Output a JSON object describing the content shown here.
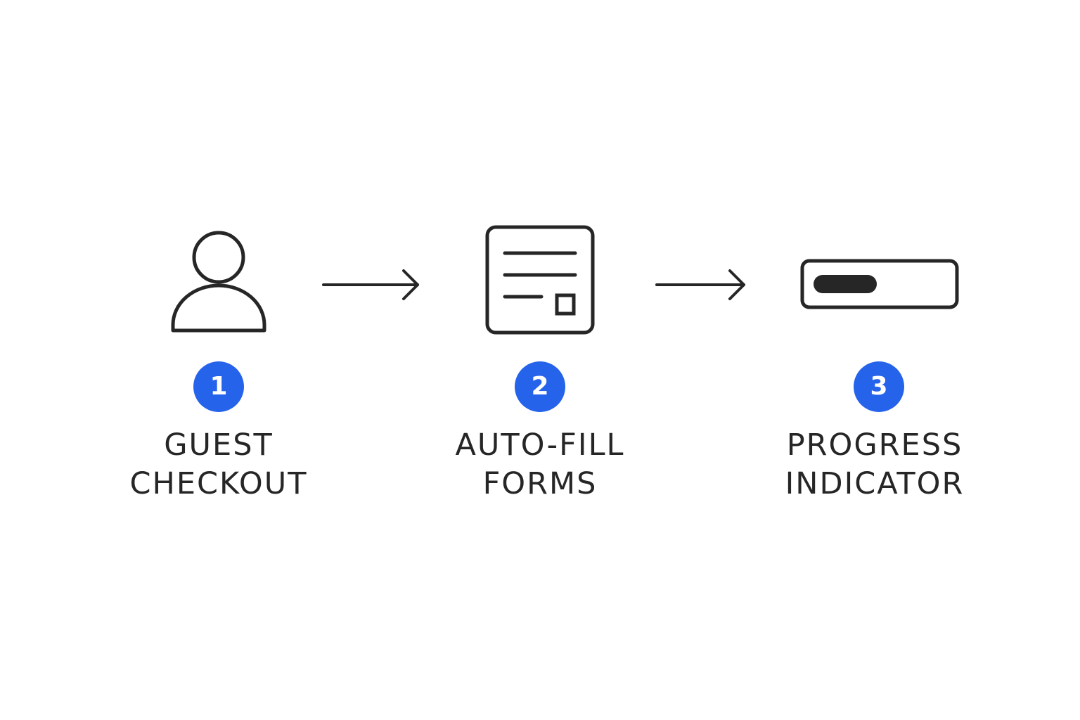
{
  "colors": {
    "badge": "#2563eb",
    "stroke": "#262626",
    "text": "#262626",
    "background": "#ffffff"
  },
  "steps": [
    {
      "number": "1",
      "icon": "user-icon",
      "label_lines": [
        "GUEST",
        "CHECKOUT"
      ]
    },
    {
      "number": "2",
      "icon": "form-icon",
      "label_lines": [
        "AUTO-FILL",
        "FORMS"
      ]
    },
    {
      "number": "3",
      "icon": "progress-bar-icon",
      "label_lines": [
        "PROGRESS",
        "INDICATOR"
      ],
      "progress_fill": 0.48
    }
  ],
  "connectors": [
    "arrow-right-icon",
    "arrow-right-icon"
  ]
}
